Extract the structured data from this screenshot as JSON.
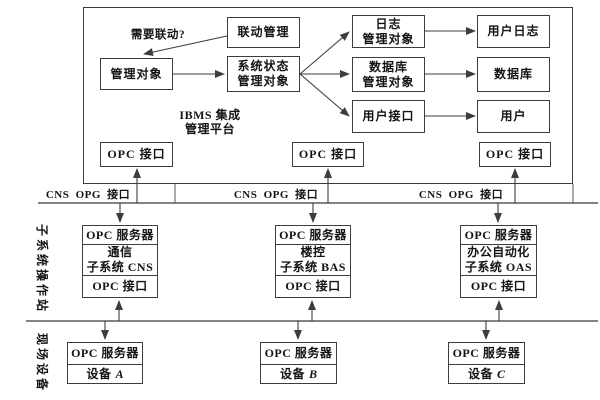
{
  "platform": {
    "boxes": {
      "liandong": "联动管理",
      "guanli": "管理对象",
      "xitong": "系统状态\n管理对象",
      "rizhi": "日志\n管理对象",
      "yonghu_rizhi": "用户日志",
      "shujuku_mgmt": "数据库\n管理对象",
      "shujuku": "数据库",
      "yonghu_jiekou": "用户接口",
      "yonghu": "用户",
      "opc_left": "OPC 接口",
      "opc_mid": "OPC 接口",
      "opc_right": "OPC 接口"
    },
    "annotations": {
      "need_link": "需要联动?",
      "platform_title": "IBMS 集成\n管理平台"
    }
  },
  "bus_labels": {
    "left": "CNS OPG 接口",
    "mid": "CNS OPG 接口",
    "right": "CNS OPG 接口"
  },
  "side_labels": {
    "subsystem_row": "子系统操作站",
    "field_row": "现场设备"
  },
  "subsystems": [
    {
      "server": "OPC 服务器",
      "name": "通信\n子系统 CNS",
      "interface": "OPC 接口"
    },
    {
      "server": "OPC 服务器",
      "name": "楼控\n子系统 BAS",
      "interface": "OPC 接口"
    },
    {
      "server": "OPC 服务器",
      "name": "办公自动化\n子系统 OAS",
      "interface": "OPC 接口"
    }
  ],
  "devices": [
    {
      "server": "OPC 服务器",
      "label_prefix": "设备",
      "letter": "A"
    },
    {
      "server": "OPC 服务器",
      "label_prefix": "设备",
      "letter": "B"
    },
    {
      "server": "OPC 服务器",
      "label_prefix": "设备",
      "letter": "C"
    }
  ],
  "colors": {
    "line": "#3d3d3d",
    "bus": "#5a5a5a",
    "text": "#141414",
    "background": "#ffffff"
  }
}
